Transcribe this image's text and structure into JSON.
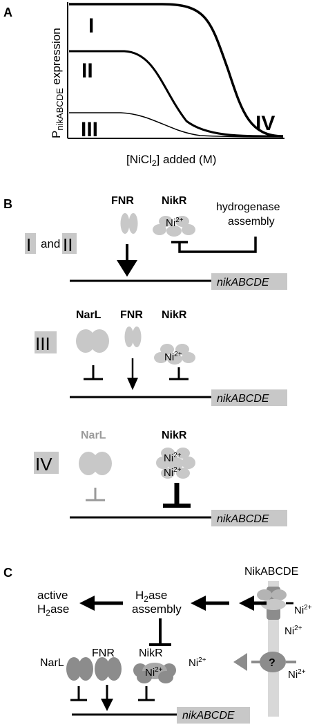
{
  "panel_a": {
    "label": "A",
    "ylabel_main": "P",
    "ylabel_sub": "nikABCDE",
    "ylabel_rest": " expression",
    "xlabel_main": "[NiCl",
    "xlabel_sub": "2",
    "xlabel_rest": "] added (M)",
    "curves": [
      "I",
      "II",
      "III",
      "IV"
    ]
  },
  "panel_b": {
    "label": "B",
    "row1": {
      "label_i": "I",
      "and": "and",
      "label_ii": "II",
      "fnr": "FNR",
      "nikr": "NikR",
      "ni": "Ni",
      "ni_charge": "2+",
      "hydrogenase_line1": "hydrogenase",
      "hydrogenase_line2": "assembly",
      "gene": "nikABCDE"
    },
    "row2": {
      "label": "III",
      "narl": "NarL",
      "fnr": "FNR",
      "nikr": "NikR",
      "ni": "Ni",
      "ni_charge": "2+",
      "gene": "nikABCDE"
    },
    "row3": {
      "label": "IV",
      "narl": "NarL",
      "nikr": "NikR",
      "ni": "Ni",
      "ni_charge": "2+",
      "ni2": "Ni",
      "ni2_charge": "2+",
      "gene": "nikABCDE"
    }
  },
  "panel_c": {
    "label": "C",
    "transporter": "NikABCDE",
    "active_line1": "active",
    "active_line2_a": "H",
    "active_line2_sub": "2",
    "active_line2_b": "ase",
    "assembly_line1_a": "H",
    "assembly_line1_sub": "2",
    "assembly_line1_b": "ase",
    "assembly_line2": "assembly",
    "ni_out": "Ni",
    "ni_out_charge": "2+",
    "ni_in": "Ni",
    "ni_in_charge": "2+",
    "ni_left": "Ni",
    "ni_left_charge": "2+",
    "ni_right": "Ni",
    "ni_right_charge": "2+",
    "question": "?",
    "narl": "NarL",
    "fnr": "FNR",
    "nikr": "NikR",
    "ni_nikr": "Ni",
    "ni_nikr_charge": "2+",
    "gene": "nikABCDE"
  },
  "colors": {
    "protein_gray": "#c8c8c8",
    "dark_gray": "#8c8c8c",
    "box_gray": "#c8c8c8",
    "faded_text": "#9a9a9a"
  }
}
